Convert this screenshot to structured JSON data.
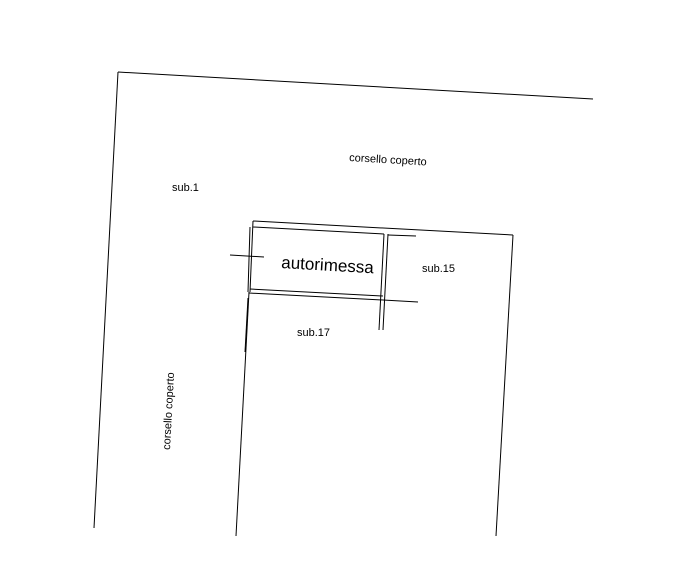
{
  "labels": {
    "corsello_top": "corsello coperto",
    "sub1": "sub.1",
    "autorimessa": "autorimessa",
    "sub15": "sub.15",
    "sub17": "sub.17",
    "corsello_left": "corsello coperto"
  }
}
